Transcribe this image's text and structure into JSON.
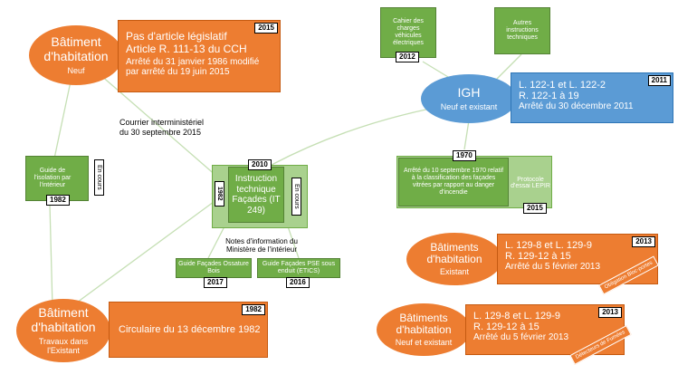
{
  "bat_neuf": {
    "title": "Bâtiment d'habitation",
    "sub": "Neuf"
  },
  "box_2015": {
    "year": "2015",
    "lines": [
      "Pas d'article législatif",
      "Article R. 111-13 du CCH",
      "Arrêté du 31 janvier 1986 modifié",
      "par arrêté du 19 juin 2015"
    ]
  },
  "courrier": {
    "lines": [
      "Courrier interministériel",
      "du 30 septembre 2015"
    ]
  },
  "cahier": {
    "text": "Cahier des charges véhicules électriques",
    "year": "2012"
  },
  "autres": {
    "text": "Autres instructions techniques"
  },
  "igh": {
    "title": "IGH",
    "sub": "Neuf et existant"
  },
  "box_2011": {
    "year": "2011",
    "lines": [
      "L. 122-1 et L. 122-2",
      "R. 122-1 à 19",
      "Arrêté du 30 décembre 2011"
    ]
  },
  "guide_isolation": {
    "text": "Guide de l'isolation par l'intérieur",
    "status": "En cours",
    "year": "1982"
  },
  "it249": {
    "text": "Instruction technique Façades (IT 249)",
    "year_top": "2010",
    "year_side": "1982",
    "status": "En cours"
  },
  "arrete_1970": {
    "year": "1970",
    "text": "Arrêté du 10 septembre 1970 relatif à la classification des façades vitrées par rapport au danger d'incendie"
  },
  "protocole": {
    "text": "Protocole d'essai LEPIR",
    "year": "2015"
  },
  "notes": {
    "lines": [
      "Notes d'information du",
      "Ministère de l'intérieur"
    ]
  },
  "guide_bois": {
    "text": "Guide Façades Ossature Bois",
    "year": "2017"
  },
  "guide_pse": {
    "text": "Guide Façades PSE sous enduit (ETICS)",
    "year": "2016"
  },
  "bat_existant": {
    "title": "Bâtiments d'habitation",
    "sub": "Existant"
  },
  "box_2013a": {
    "year": "2013",
    "lines": [
      "L. 129-8 et L. 129-9",
      "R. 129-12 à 15",
      "Arrêté du 5 février 2013"
    ],
    "tag": "Obligation Bloc-portes"
  },
  "bat_travaux": {
    "title": "Bâtiment d'habitation",
    "sub": "Travaux dans l'Existant"
  },
  "box_1982": {
    "year": "1982",
    "text": "Circulaire du 13 décembre 1982"
  },
  "bat_neuf_existant": {
    "title": "Bâtiments d'habitation",
    "sub": "Neuf et existant"
  },
  "box_2013b": {
    "year": "2013",
    "lines": [
      "L. 129-8 et L. 129-9",
      "R. 129-12 à 15",
      "Arrêté du 5 février 2013"
    ],
    "tag": "Détecteurs de Fumées"
  },
  "colors": {
    "orange": "#ed7d31",
    "blue": "#5b9bd5",
    "green": "#70ad47",
    "light_green": "#a9d18e",
    "connector": "#c5dfb4"
  }
}
